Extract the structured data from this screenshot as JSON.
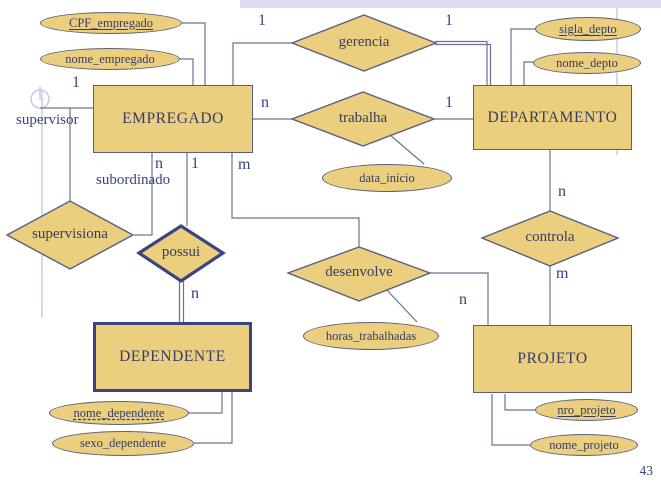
{
  "page": {
    "number": "43"
  },
  "colors": {
    "shape_fill": "#EBCF7E",
    "shape_stroke": "#5A5F7D",
    "strong_stroke": "#3A4480",
    "line": "#6C7195",
    "text": "#343C68",
    "label": "#35447F",
    "decor": "#B9C5E2",
    "top_bar": "#DCDCEE"
  },
  "entities": {
    "empregado": {
      "label": "EMPREGADO"
    },
    "departamento": {
      "label": "DEPARTAMENTO"
    },
    "dependente": {
      "label": "DEPENDENTE",
      "weak": true
    },
    "projeto": {
      "label": "PROJETO"
    }
  },
  "relationships": {
    "gerencia": {
      "label": "gerencia"
    },
    "trabalha": {
      "label": "trabalha"
    },
    "supervisiona": {
      "label": "supervisiona"
    },
    "possui": {
      "label": "possui",
      "identifying": true
    },
    "desenvolve": {
      "label": "desenvolve"
    },
    "controla": {
      "label": "controla"
    }
  },
  "attributes": {
    "cpf_empregado": {
      "label": "CPF_empregado",
      "key": "primary"
    },
    "nome_empregado": {
      "label": "nome_empregado"
    },
    "sigla_depto": {
      "label": "sigla_depto",
      "key": "primary"
    },
    "nome_depto": {
      "label": "nome_depto"
    },
    "data_inicio": {
      "label": "data_início"
    },
    "horas_trabalhadas": {
      "label": "horas_trabalhadas"
    },
    "nome_dependente": {
      "label": "nome_dependente",
      "key": "partial"
    },
    "sexo_dependente": {
      "label": "sexo_dependente"
    },
    "nro_projeto": {
      "label": "nro_projeto",
      "key": "primary"
    },
    "nome_projeto": {
      "label": "nome_projeto"
    }
  },
  "cardinalities": {
    "gerencia_empregado": "1",
    "gerencia_departamento": "1",
    "trabalha_empregado": "n",
    "trabalha_departamento": "1",
    "supervisiona_supervisor": "1",
    "supervisiona_subordinado": "n",
    "possui_empregado": "1",
    "desenvolve_empregado": "m",
    "possui_dependente": "n",
    "controla_departamento": "n",
    "controla_projeto": "m",
    "desenvolve_projeto": "n"
  },
  "roles": {
    "supervisor": "supervisor",
    "subordinado": "subordinado"
  }
}
